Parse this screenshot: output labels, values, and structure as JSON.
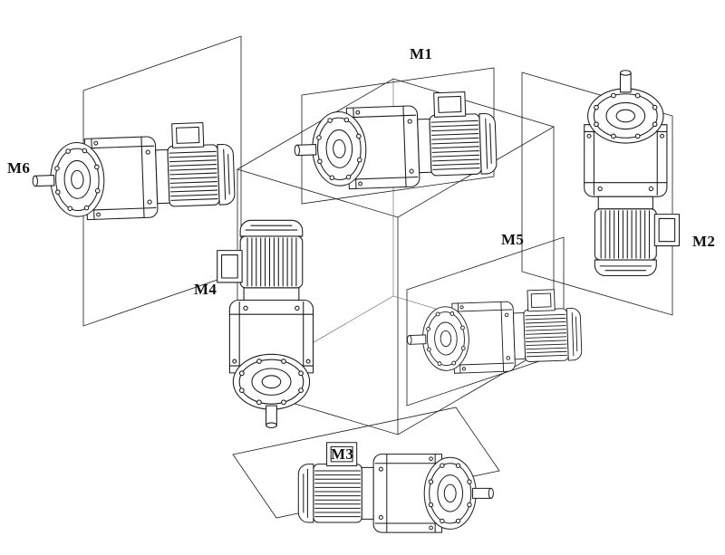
{
  "figure": {
    "background_color": "#ffffff",
    "line_color": "#1b1b1b",
    "hidden_edge_color": "#5a5a5a"
  },
  "labels": {
    "m1": "M1",
    "m2": "M2",
    "m3": "M3",
    "m4": "M4",
    "m5": "M5",
    "m6": "M6"
  }
}
